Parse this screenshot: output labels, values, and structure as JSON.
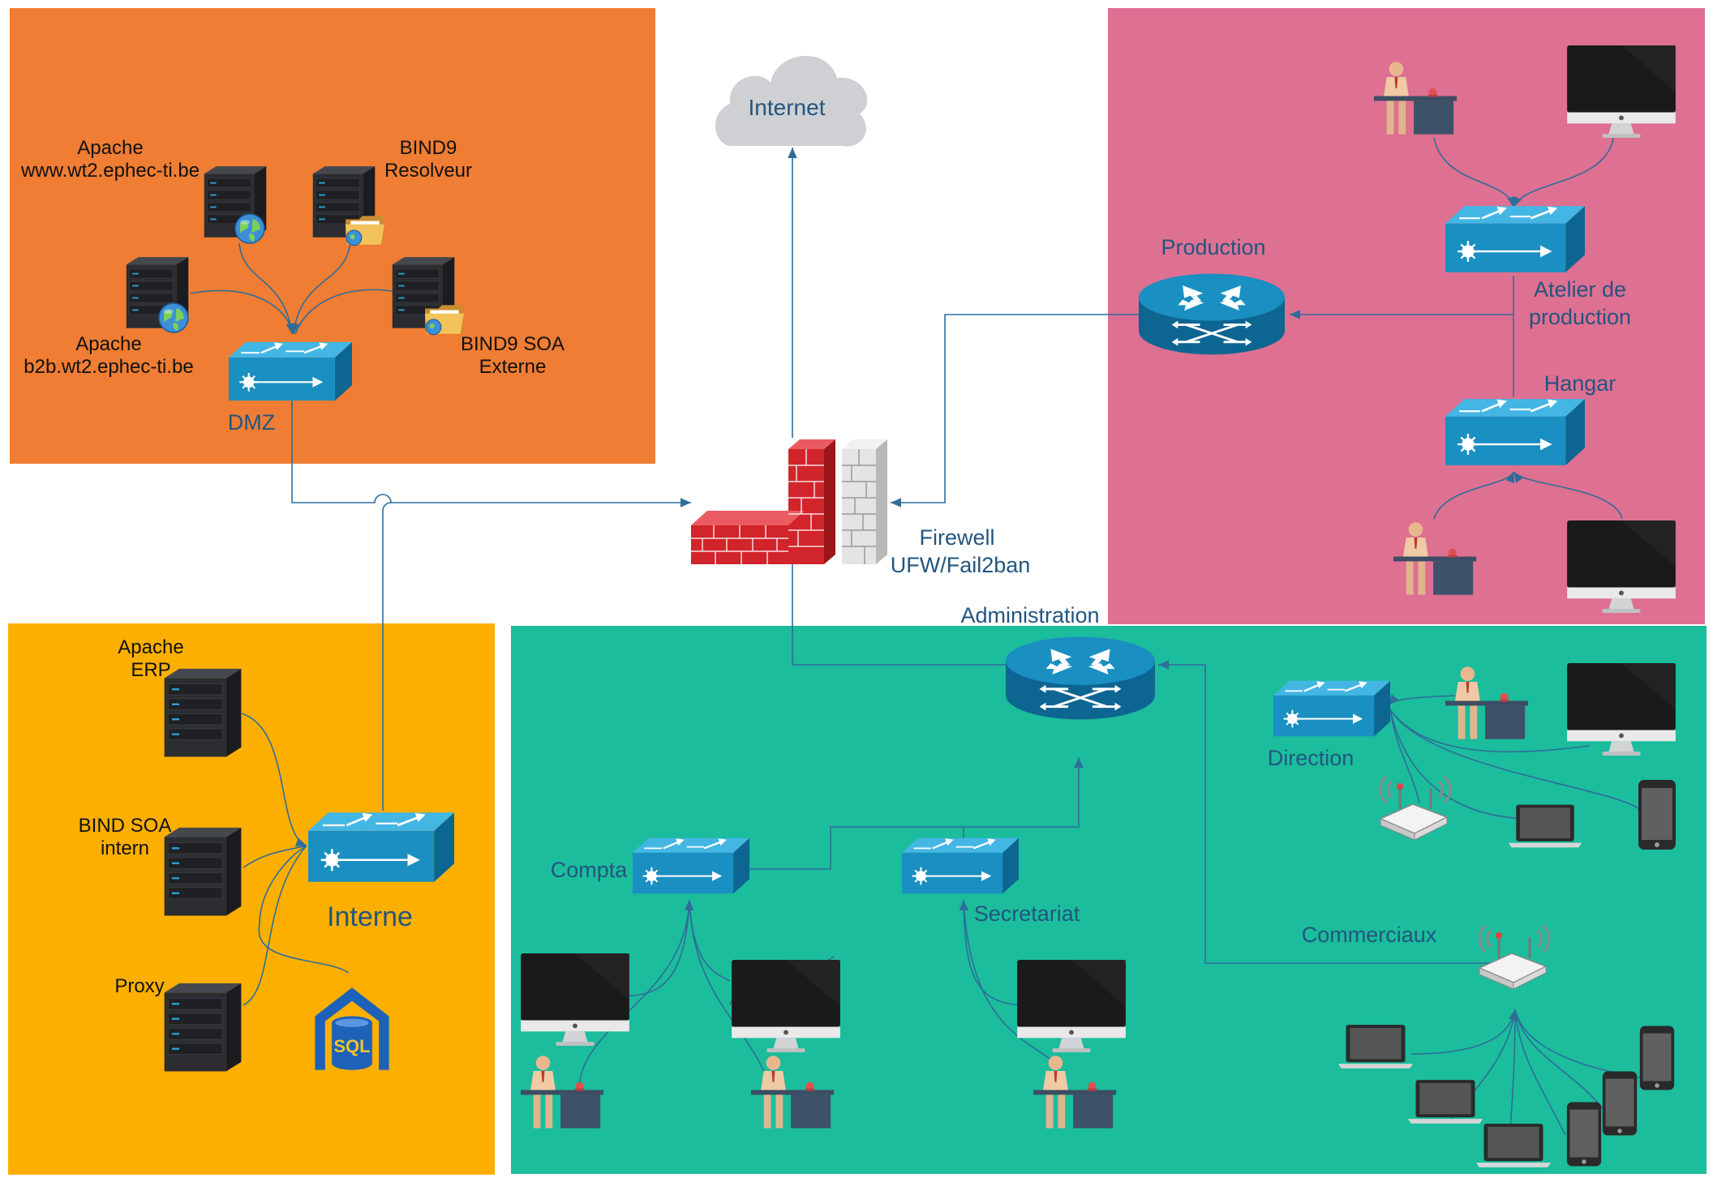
{
  "colors": {
    "dmz_zone": "#ef7d33",
    "production_zone": "#de7092",
    "internal_zone": "#fdaf00",
    "admin_zone": "#1bbd9c",
    "device_blue": "#1a8fc1",
    "link": "#2f6d99",
    "label_blue": "#23557f",
    "firewall_red": "#d2242b",
    "cloud": "#cfd0d3"
  },
  "labels": {
    "internet": "Internet",
    "firewall_line1": "Firewell",
    "firewall_line2": "UFW/Fail2ban",
    "apache_www_line1": "Apache",
    "apache_www_line2": "www.wt2.ephec-ti.be",
    "bind9_res_line1": "BIND9",
    "bind9_res_line2": "Resolveur",
    "apache_b2b_line1": "Apache",
    "apache_b2b_line2": "b2b.wt2.ephec-ti.be",
    "bind9_soa_line1": "BIND9 SOA",
    "bind9_soa_line2": "Externe",
    "dmz": "DMZ",
    "production": "Production",
    "atelier_line1": "Atelier de",
    "atelier_line2": "production",
    "hangar": "Hangar",
    "apache_erp_line1": "Apache",
    "apache_erp_line2": "ERP",
    "bind_soa_int_line1": "BIND SOA",
    "bind_soa_int_line2": "intern",
    "proxy": "Proxy",
    "interne": "Interne",
    "sql": "SQL",
    "administration": "Administration",
    "direction": "Direction",
    "compta": "Compta",
    "secretariat": "Secretariat",
    "commerciaux": "Commerciaux",
    "wifi": "Wi-Fi"
  }
}
